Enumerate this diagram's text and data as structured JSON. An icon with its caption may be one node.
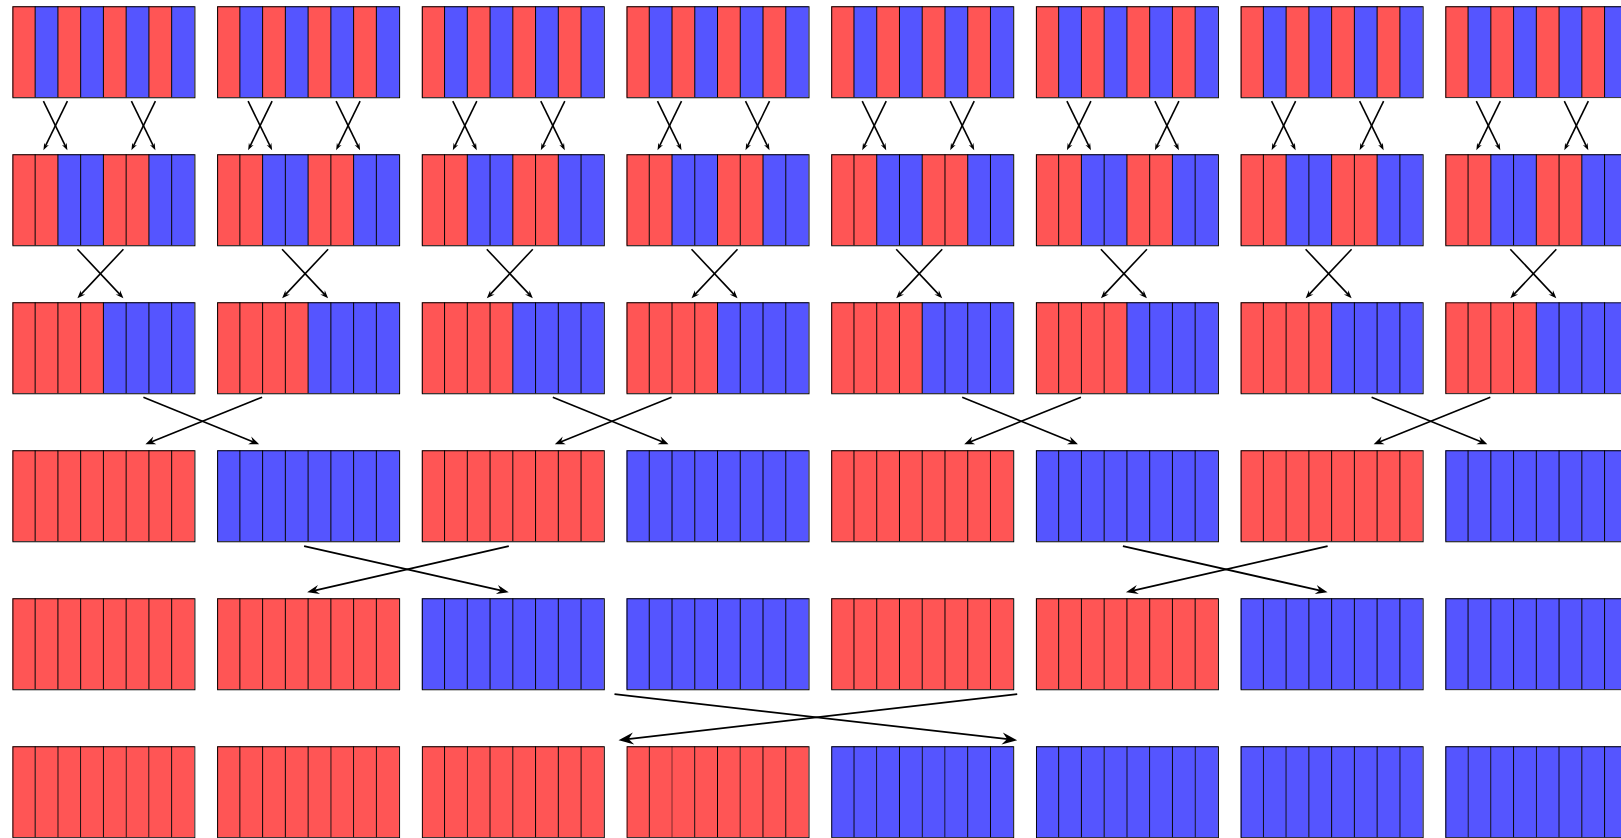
{
  "diagram": {
    "nodes": [
      {
        "text": [],
        "shape": "box"
      },
      {
        "text": [],
        "shape": "box"
      },
      {
        "text": [],
        "shape": "box"
      },
      {
        "text": [],
        "shape": "box"
      },
      {
        "text": [],
        "shape": "box"
      },
      {
        "text": [],
        "shape": "box"
      },
      {
        "text": [],
        "shape": "box"
      },
      {
        "text": [],
        "shape": "box"
      },
      {
        "text": [],
        "shape": "box"
      },
      {
        "text": [],
        "shape": "box"
      },
      {
        "text": [],
        "shape": "box"
      },
      {
        "text": [],
        "shape": "box"
      },
      {
        "text": [],
        "shape": "box"
      },
      {
        "text": [],
        "shape": "box"
      },
      {
        "text": [],
        "shape": "box"
      },
      {
        "text": [],
        "shape": "box"
      },
      {
        "text": [],
        "shape": "box"
      },
      {
        "text": [],
        "shape": "box"
      },
      {
        "text": [],
        "shape": "box"
      },
      {
        "text": [],
        "shape": "box"
      },
      {
        "text": [],
        "shape": "box"
      },
      {
        "text": [],
        "shape": "box"
      },
      {
        "text": [],
        "shape": "box"
      },
      {
        "text": [],
        "shape": "box"
      },
      {
        "text": [],
        "shape": "box"
      },
      {
        "text": [],
        "shape": "box"
      },
      {
        "text": [],
        "shape": "box"
      },
      {
        "text": [],
        "shape": "box"
      },
      {
        "text": [],
        "shape": "box"
      },
      {
        "text": [],
        "shape": "box"
      },
      {
        "text": [],
        "shape": "box"
      },
      {
        "text": [],
        "shape": "box"
      },
      {
        "text": [],
        "shape": "box"
      },
      {
        "text": [],
        "shape": "box"
      },
      {
        "text": [],
        "shape": "box"
      },
      {
        "text": [],
        "shape": "box"
      },
      {
        "text": [],
        "shape": "box"
      },
      {
        "text": [],
        "shape": "box"
      },
      {
        "text": [],
        "shape": "box"
      },
      {
        "text": [],
        "shape": "box"
      },
      {
        "text": [],
        "shape": "box"
      },
      {
        "text": [],
        "shape": "box"
      },
      {
        "text": [],
        "shape": "box"
      },
      {
        "text": [],
        "shape": "box"
      },
      {
        "text": [],
        "shape": "box"
      },
      {
        "text": [],
        "shape": "box"
      },
      {
        "text": [],
        "shape": "box"
      },
      {
        "text": [],
        "shape": "box"
      }
    ],
    "edges": [
      {
        "from": 0,
        "to": 8,
        "arrow": "to"
      },
      {
        "from": 0,
        "to": 8,
        "arrow": "to"
      },
      {
        "from": 0,
        "to": 8,
        "arrow": "to"
      },
      {
        "from": 0,
        "to": 8,
        "arrow": "to"
      },
      {
        "from": 1,
        "to": 9,
        "arrow": "to"
      },
      {
        "from": 1,
        "to": 9,
        "arrow": "to"
      },
      {
        "from": 1,
        "to": 9,
        "arrow": "to"
      },
      {
        "from": 1,
        "to": 9,
        "arrow": "to"
      },
      {
        "from": 2,
        "to": 10,
        "arrow": "to"
      },
      {
        "from": 2,
        "to": 10,
        "arrow": "to"
      },
      {
        "from": 2,
        "to": 10,
        "arrow": "to"
      },
      {
        "from": 2,
        "to": 10,
        "arrow": "to"
      },
      {
        "from": 3,
        "to": 11,
        "arrow": "to"
      },
      {
        "from": 3,
        "to": 11,
        "arrow": "to"
      },
      {
        "from": 3,
        "to": 11,
        "arrow": "to"
      },
      {
        "from": 3,
        "to": 11,
        "arrow": "to"
      },
      {
        "from": 4,
        "to": 12,
        "arrow": "to"
      },
      {
        "from": 4,
        "to": 12,
        "arrow": "to"
      },
      {
        "from": 4,
        "to": 12,
        "arrow": "to"
      },
      {
        "from": 4,
        "to": 12,
        "arrow": "to"
      },
      {
        "from": 5,
        "to": 13,
        "arrow": "to"
      },
      {
        "from": 5,
        "to": 13,
        "arrow": "to"
      },
      {
        "from": 5,
        "to": 13,
        "arrow": "to"
      },
      {
        "from": 5,
        "to": 13,
        "arrow": "to"
      },
      {
        "from": 6,
        "to": 14,
        "arrow": "to"
      },
      {
        "from": 6,
        "to": 14,
        "arrow": "to"
      },
      {
        "from": 6,
        "to": 14,
        "arrow": "to"
      },
      {
        "from": 6,
        "to": 14,
        "arrow": "to"
      },
      {
        "from": 7,
        "to": 15,
        "arrow": "to"
      },
      {
        "from": 7,
        "to": 15,
        "arrow": "to"
      },
      {
        "from": 7,
        "to": 15,
        "arrow": "to"
      },
      {
        "from": 7,
        "to": 15,
        "arrow": "to"
      },
      {
        "from": 8,
        "to": 16,
        "arrow": "to"
      },
      {
        "from": 8,
        "to": 16,
        "arrow": "to"
      },
      {
        "from": 9,
        "to": 17,
        "arrow": "to"
      },
      {
        "from": 9,
        "to": 17,
        "arrow": "to"
      },
      {
        "from": 10,
        "to": 18,
        "arrow": "to"
      },
      {
        "from": 10,
        "to": 18,
        "arrow": "to"
      },
      {
        "from": 11,
        "to": 19,
        "arrow": "to"
      },
      {
        "from": 11,
        "to": 19,
        "arrow": "to"
      },
      {
        "from": 12,
        "to": 20,
        "arrow": "to"
      },
      {
        "from": 12,
        "to": 20,
        "arrow": "to"
      },
      {
        "from": 13,
        "to": 21,
        "arrow": "to"
      },
      {
        "from": 13,
        "to": 21,
        "arrow": "to"
      },
      {
        "from": 14,
        "to": 22,
        "arrow": "to"
      },
      {
        "from": 14,
        "to": 22,
        "arrow": "to"
      },
      {
        "from": 15,
        "to": 23,
        "arrow": "to"
      },
      {
        "from": 15,
        "to": 23,
        "arrow": "to"
      },
      {
        "from": 16,
        "to": 25,
        "arrow": "to"
      },
      {
        "from": 17,
        "to": 24,
        "arrow": "to"
      },
      {
        "from": 18,
        "to": 27,
        "arrow": "to"
      },
      {
        "from": 19,
        "to": 26,
        "arrow": "to"
      },
      {
        "from": 20,
        "to": 29,
        "arrow": "to"
      },
      {
        "from": 21,
        "to": 28,
        "arrow": "to"
      },
      {
        "from": 22,
        "to": 31,
        "arrow": "to"
      },
      {
        "from": 23,
        "to": 30,
        "arrow": "to"
      },
      {
        "from": 25,
        "to": 34,
        "arrow": "to"
      },
      {
        "from": 26,
        "to": 33,
        "arrow": "to"
      },
      {
        "from": 29,
        "to": 38,
        "arrow": "to"
      },
      {
        "from": 30,
        "to": 37,
        "arrow": "to"
      },
      {
        "from": 35,
        "to": 44,
        "arrow": "to"
      },
      {
        "from": 36,
        "to": 43,
        "arrow": "to"
      }
    ]
  }
}
